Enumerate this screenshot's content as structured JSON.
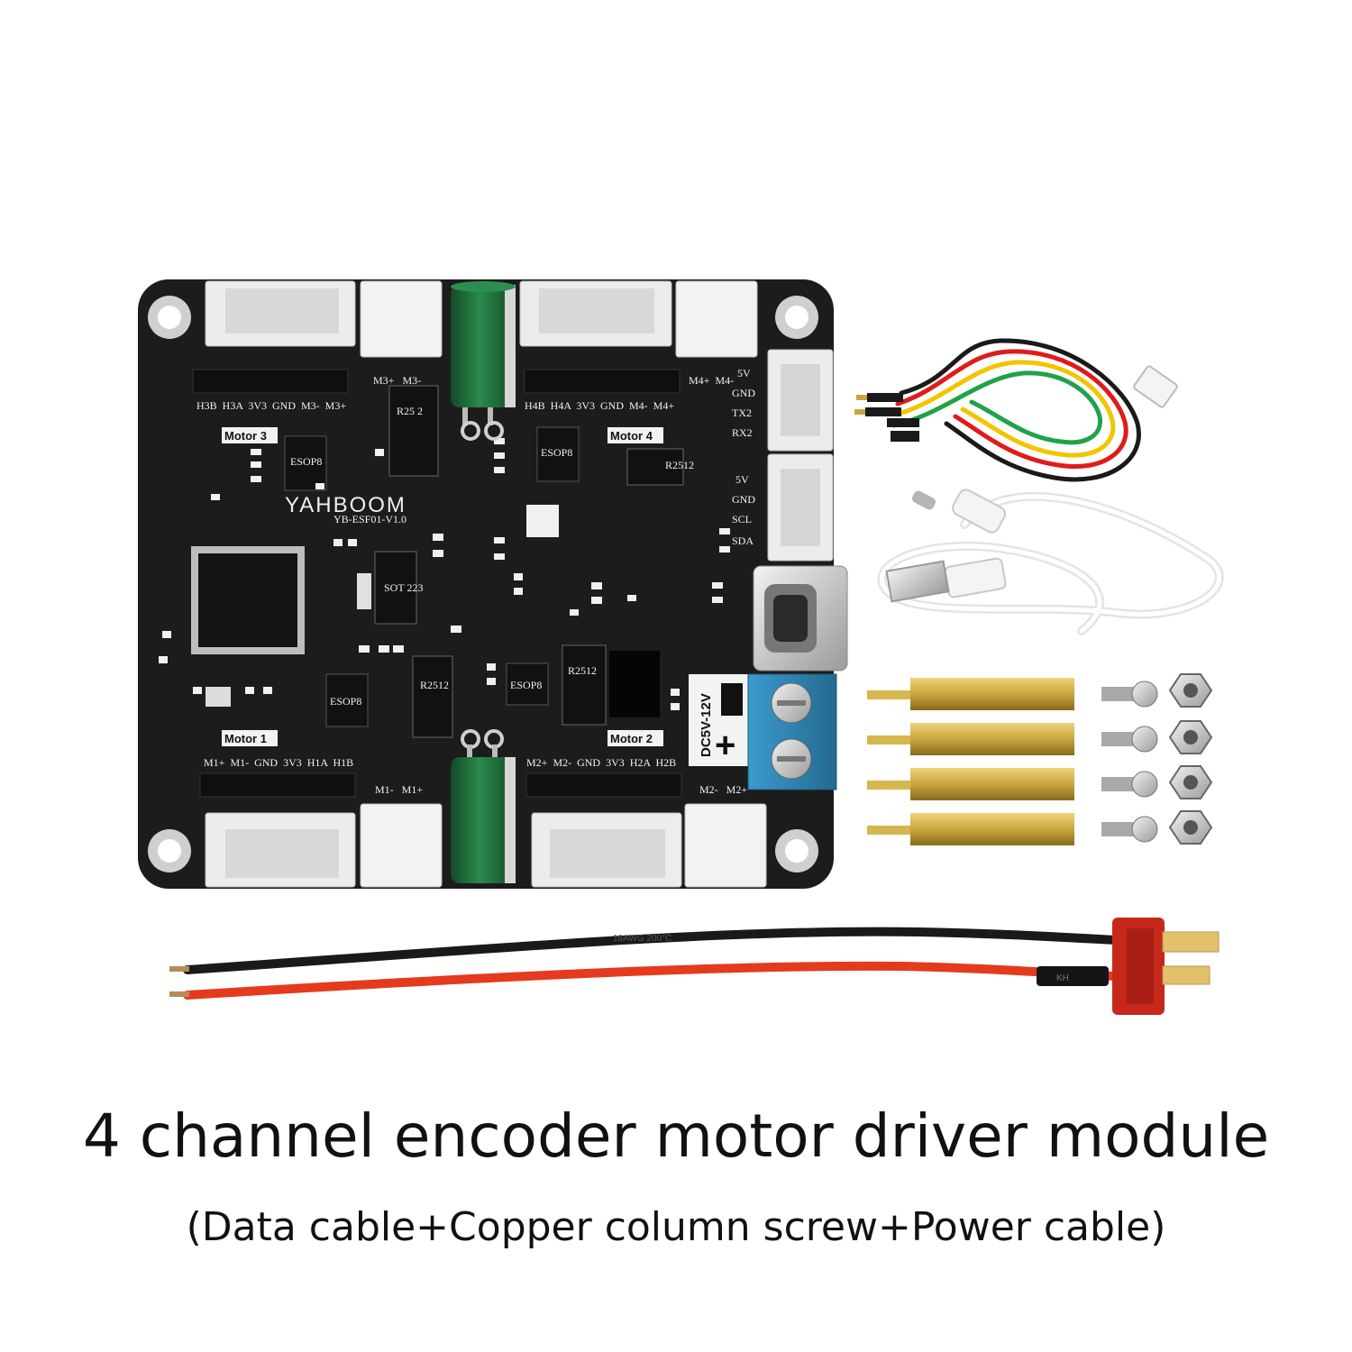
{
  "caption": {
    "title": "4 channel encoder motor driver module",
    "subtitle": "(Data cable+Copper column screw+Power cable)"
  },
  "board": {
    "brand": "YAHBOOM",
    "model": "YB-ESF01-V1.0",
    "labels": {
      "motor1": "Motor 1",
      "motor2": "Motor 2",
      "motor3": "Motor 3",
      "motor4": "Motor 4",
      "power_input": "DC5V-12V",
      "top_left_pins": "H3B  H3A  3V3  GND  M3-  M3+",
      "top_mid_pins": "H4B  H4A  3V3  GND  M4-  M4+",
      "bottom_left_pins": "M1+  M1-  GND  3V3  H1A  H1B",
      "bottom_mid_pins": "M2+  M2-  GND  3V3  H2A  H2B",
      "m3_port": "M3+   M3-",
      "m4_port": "M4+  M4-",
      "m1_port": "M1-   M1+",
      "m2_port": "M2-   M2+",
      "uart": [
        "5V",
        "GND",
        "TX2",
        "RX2"
      ],
      "i2c": [
        "5V",
        "GND",
        "SCL",
        "SDA"
      ],
      "resistor_r2512": "R2512",
      "resistor_r252": "R25 2",
      "ic_label": "ESOP8",
      "sot_label": "SOT 223"
    }
  },
  "cable": {
    "print_black": "18AWG 200°C",
    "print_connector": "KH"
  },
  "colors": {
    "pcb": "#1c1c1c",
    "header_white": "#ececec",
    "capacitor_green": "#1f6b3a",
    "terminal_blue": "#2f86b5",
    "brass": "#c9a640",
    "wire_red": "#e53a1e",
    "wire_black": "#1a1a1a",
    "connector_red": "#c8281c"
  }
}
